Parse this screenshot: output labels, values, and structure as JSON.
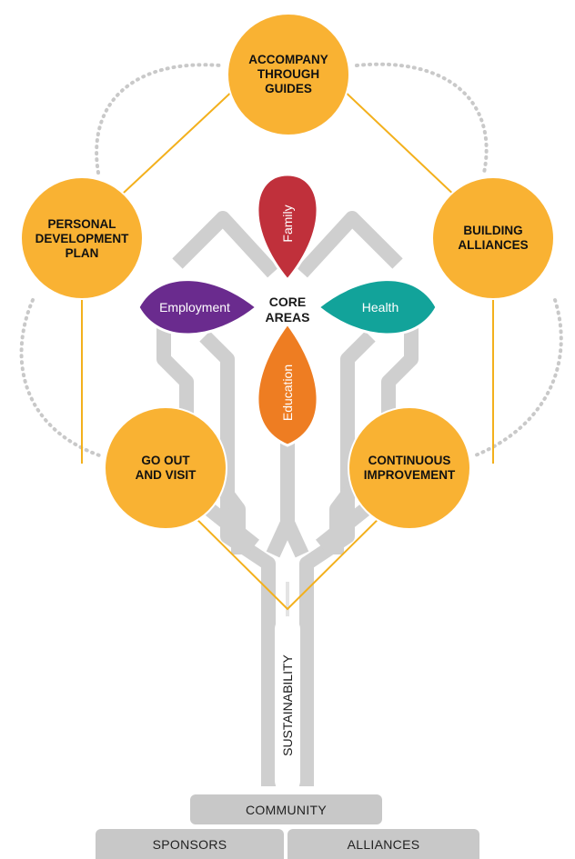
{
  "colors": {
    "node": "#f9b233",
    "trunk": "#cfcfcf",
    "connector": "#f3b01c",
    "family": "#c0303b",
    "health": "#12a39a",
    "employment": "#6a2b8e",
    "education": "#ee7d22"
  },
  "nodes": {
    "accompany": [
      "ACCOMPANY",
      "THROUGH",
      "GUIDES"
    ],
    "personal": [
      "PERSONAL",
      "DEVELOPMENT",
      "PLAN"
    ],
    "building": [
      "BUILDING",
      "ALLIANCES"
    ],
    "go_out": [
      "GO OUT",
      "AND VISIT"
    ],
    "continuous": [
      "CONTINUOUS",
      "IMPROVEMENT"
    ]
  },
  "core": [
    "CORE",
    "AREAS"
  ],
  "petals": {
    "family": "Family",
    "health": "Health",
    "employment": "Employment",
    "education": "Education"
  },
  "trunk_label": "SUSTAINABILITY",
  "base": {
    "community": "COMMUNITY",
    "sponsors": "SPONSORS",
    "alliances": "ALLIANCES"
  }
}
